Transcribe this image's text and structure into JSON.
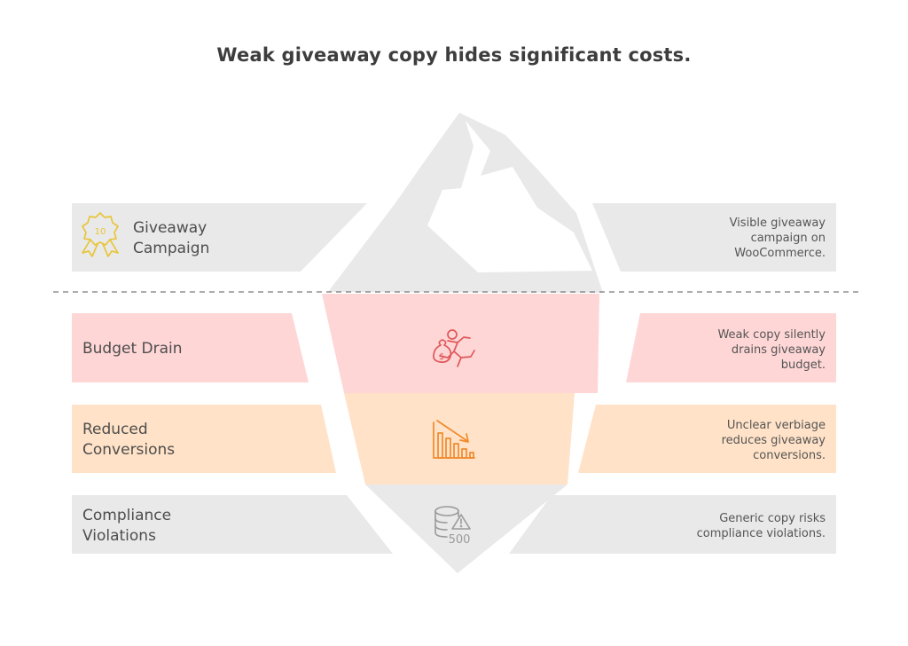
{
  "title": "Weak giveaway copy hides significant costs.",
  "colors": {
    "gray_band": "#e9e9e9",
    "pink_band": "#ffd6d6",
    "pink_icon": "#e0585a",
    "peach_band": "#ffe2c7",
    "peach_icon": "#f08a2c",
    "gray_icon": "#9a9a9a",
    "gold_icon": "#e8c53a",
    "iceberg_top": "#ffffff",
    "iceberg_side": "#e9e9e9",
    "dashed_line": "#7a7a7a"
  },
  "tiers": [
    {
      "id": "giveaway-campaign",
      "label": "Giveaway\nCampaign",
      "icon": "award-badge-icon",
      "icon_text": "10",
      "description": "Visible giveaway\ncampaign on\nWooCommerce."
    },
    {
      "id": "budget-drain",
      "label": "Budget Drain",
      "icon": "running-money-icon",
      "description": "Weak copy silently\ndrains giveaway\nbudget."
    },
    {
      "id": "reduced-conversions",
      "label": "Reduced\nConversions",
      "icon": "declining-bar-chart-icon",
      "description": "Unclear verbiage\nreduces giveaway\nconversions."
    },
    {
      "id": "compliance-violations",
      "label": "Compliance\nViolations",
      "icon": "database-warning-icon",
      "icon_text": "500",
      "description": "Generic copy risks\ncompliance violations."
    }
  ]
}
